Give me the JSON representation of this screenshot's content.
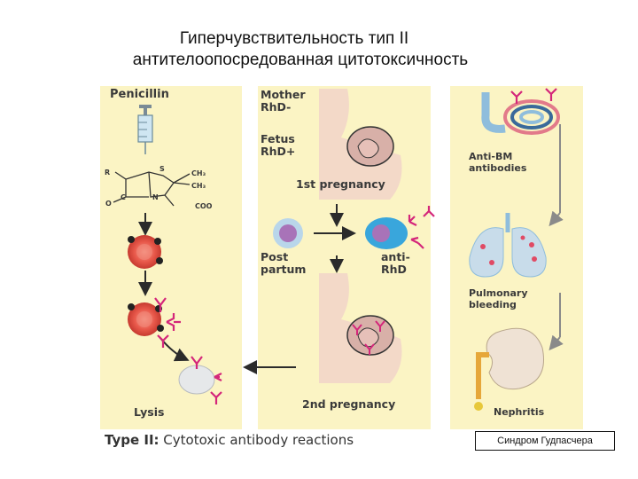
{
  "title": {
    "line1": "Гиперчувствительность тип II",
    "line2": "антителоопосредованная цитотоксичность"
  },
  "panel_left": {
    "drug": "Penicillin",
    "r_group": "R",
    "s_atom": "S",
    "ch3_top": "CH₃",
    "ch3_bottom": "CH₃",
    "o_atom": "O",
    "c_atom": "C",
    "n_atom": "N",
    "coo": "COO",
    "outcome": "Lysis"
  },
  "panel_middle": {
    "mother": "Mother\nRhD-",
    "fetus": "Fetus\nRhD+",
    "first_pregnancy": "1st pregnancy",
    "post_partum": "Post\npartum",
    "anti_rhd": "anti-\nRhD",
    "second_pregnancy": "2nd pregnancy"
  },
  "panel_right": {
    "anti_bm": "Anti-BM\nantibodies",
    "pulmonary": "Pulmonary\nbleeding",
    "nephritis": "Nephritis"
  },
  "caption": {
    "prefix": "Type II:",
    "text": " Cytotoxic antibody reactions"
  },
  "note": "Синдром Гудпасчера",
  "colors": {
    "panel_bg": "#fbf4c4",
    "antibody": "#d4267a",
    "rbc": "#e8584a",
    "arrow": "#2b2b2b"
  }
}
